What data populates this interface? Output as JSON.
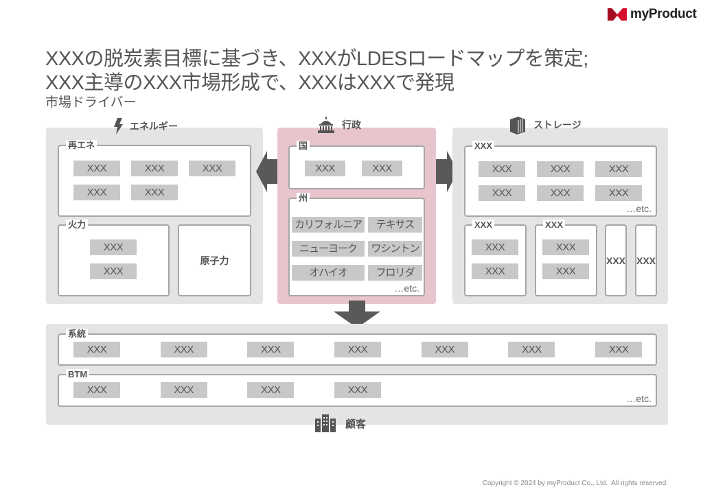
{
  "brand": {
    "name": "myProduct",
    "color": "#e0102f"
  },
  "title": {
    "line1": "XXXの脱炭素目標に基づき、XXXがLDESロードマップを策定;",
    "line2": "XXX主導のXXX市場形成で、XXXはXXXで発現",
    "subtitle": "市場ドライバー"
  },
  "energy": {
    "title": "エネルギー",
    "icon": "lightning-icon",
    "renewable": {
      "label": "再エネ",
      "items": [
        "XXX",
        "XXX",
        "XXX",
        "XXX",
        "XXX"
      ]
    },
    "thermal": {
      "label": "火力",
      "items": [
        "XXX",
        "XXX"
      ]
    },
    "nuclear": {
      "label": "原子力"
    }
  },
  "government": {
    "title": "行政",
    "icon": "capitol-icon",
    "national": {
      "label": "国",
      "items": [
        "XXX",
        "XXX"
      ]
    },
    "state": {
      "label": "州",
      "items": [
        "カリフォルニア",
        "テキサス",
        "ニューヨーク",
        "ワシントン",
        "オハイオ",
        "フロリダ"
      ],
      "etc": "…etc."
    }
  },
  "storage": {
    "title": "ストレージ",
    "icon": "server-icon",
    "top": {
      "label": "XXX",
      "items": [
        "XXX",
        "XXX",
        "XXX",
        "XXX",
        "XXX",
        "XXX"
      ],
      "etc": "…etc."
    },
    "sub1": {
      "label": "XXX",
      "items": [
        "XXX",
        "XXX"
      ]
    },
    "sub2": {
      "label": "XXX",
      "items": [
        "XXX",
        "XXX"
      ]
    },
    "sub3": {
      "label": "XXX"
    },
    "sub4": {
      "label": "XXX"
    }
  },
  "customer": {
    "title": "顧客",
    "icon": "buildings-icon",
    "grid": {
      "label": "系統",
      "items": [
        "XXX",
        "XXX",
        "XXX",
        "XXX",
        "XXX",
        "XXX",
        "XXX"
      ]
    },
    "btm": {
      "label": "BTM",
      "items": [
        "XXX",
        "XXX",
        "XXX",
        "XXX"
      ],
      "etc": "…etc."
    }
  },
  "footer": {
    "copyright": "Copyright © 2024 by myProduct Co., Ltd.  All rights reserved."
  }
}
